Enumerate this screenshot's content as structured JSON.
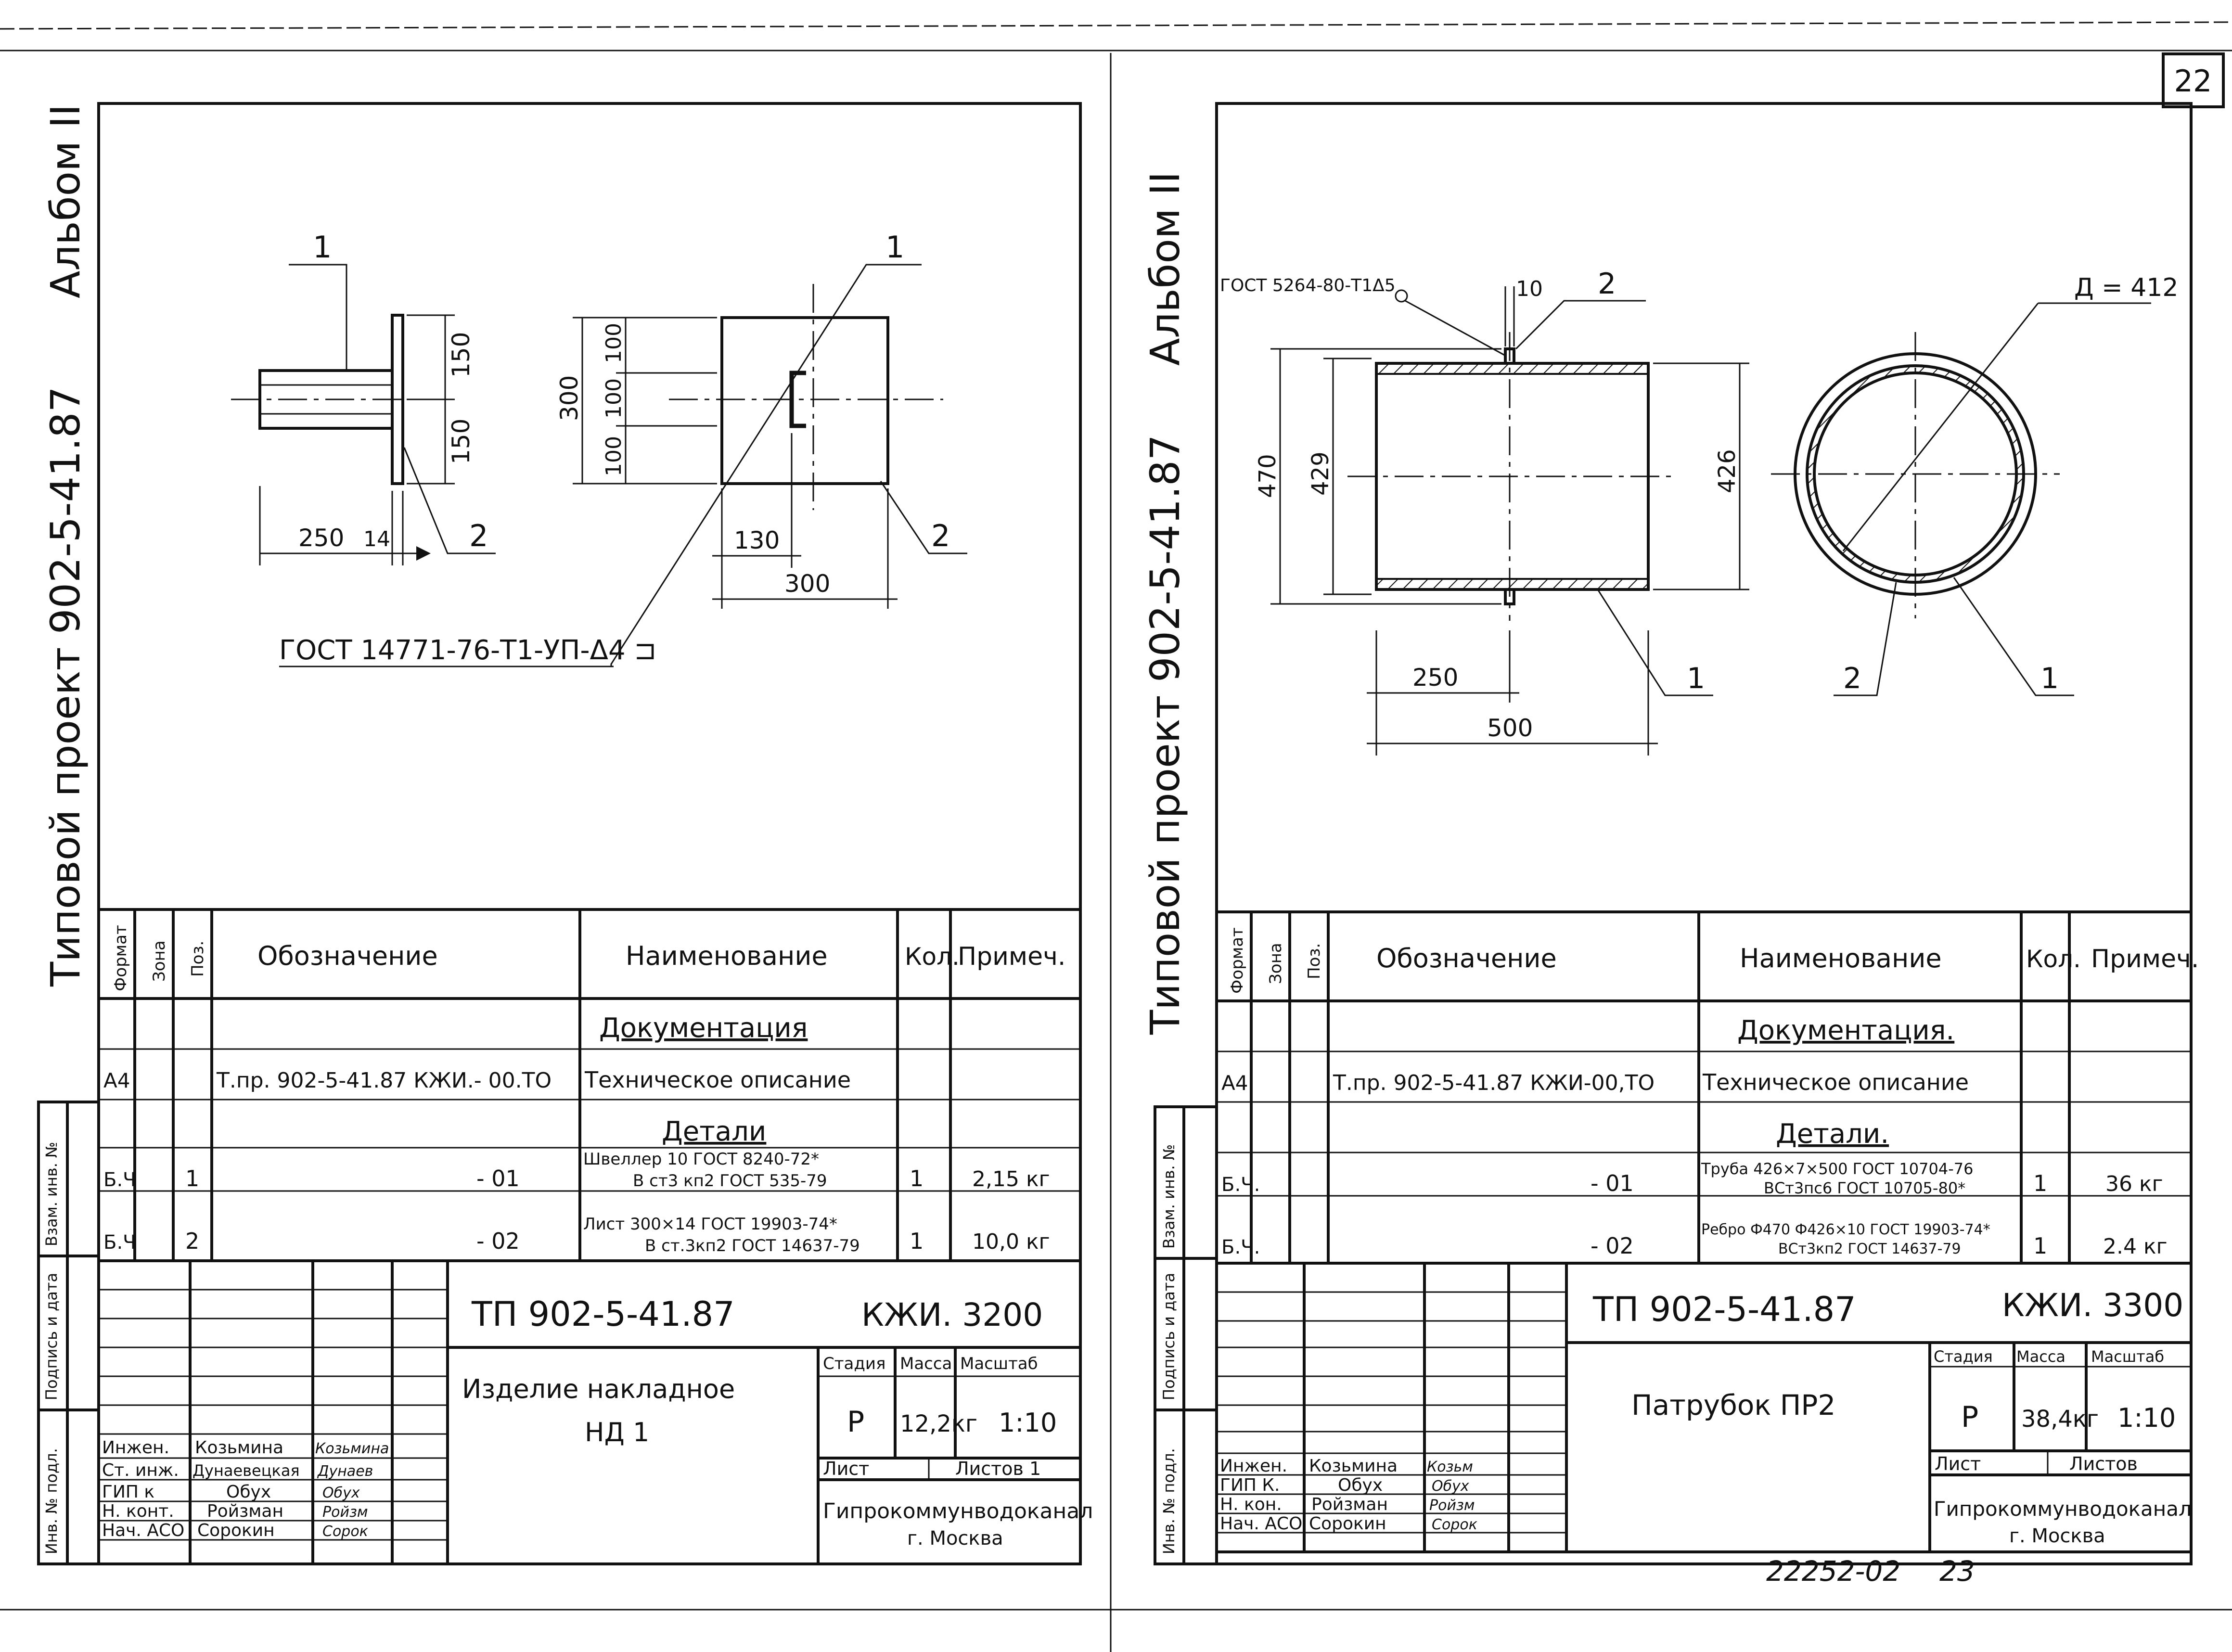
{
  "sheet_number": "22",
  "archive_number": "22252-02",
  "next_page": "23",
  "left_sheet": {
    "side_title": "Типовой проект 902-5-41.87",
    "side_album": "Альбом II",
    "drawing": {
      "callouts": [
        "1",
        "1",
        "2",
        "2"
      ],
      "dims": [
        "150",
        "150",
        "300",
        "100",
        "100",
        "100",
        "250",
        "14",
        "130",
        "300"
      ],
      "weld_note": "ГОСТ 14771-76-Т1-УП-Δ4 ⊐"
    },
    "spec": {
      "headers": {
        "format": "Формат",
        "zone": "Зона",
        "pos": "Поз.",
        "designation": "Обозначение",
        "name": "Наименование",
        "qty": "Кол.",
        "note": "Примеч."
      },
      "section_docs": "Документация",
      "section_parts": "Детали",
      "rows": [
        {
          "format": "А4",
          "zone": "",
          "pos": "",
          "designation": "Т.пр. 902-5-41.87  КЖИ.- 00.ТО",
          "name": "Техническое описание",
          "name_sub": "",
          "qty": "",
          "note": ""
        },
        {
          "format": "Б.Ч",
          "zone": "",
          "pos": "1",
          "designation": "- 01",
          "name": "Швеллер 10 ГОСТ 8240-72*",
          "name_sub": "В ст3 кп2 ГОСТ 535-79",
          "qty": "1",
          "note": "2,15 кг"
        },
        {
          "format": "Б.Ч",
          "zone": "",
          "pos": "2",
          "designation": "- 02",
          "name": "Лист 300×14 ГОСТ 19903-74*",
          "name_sub": "В ст.3кп2 ГОСТ 14637-79",
          "qty": "1",
          "note": "10,0 кг"
        }
      ]
    },
    "side_stamp": {
      "inv": "Инв. № подл.",
      "sign": "Подпись и дата",
      "replace": "Взам. инв. №"
    },
    "title_block": {
      "code": "ТП  902-5-41.87",
      "mark": "КЖИ. 3200",
      "title_line1": "Изделие   накладное",
      "title_line2": "НД 1",
      "stage_label": "Стадия",
      "mass_label": "Масса",
      "scale_label": "Масштаб",
      "stage": "Р",
      "mass": "12,2кг",
      "scale": "1:10",
      "sheet_label": "Лист",
      "sheets_label": "Листов 1",
      "org_line1": "Гипрокоммунводоканал",
      "org_line2": "г. Москва",
      "staff": [
        {
          "role": "Инжен.",
          "name": "Козьмина",
          "sig": "Козьмина"
        },
        {
          "role": "Ст. инж.",
          "name": "Дунаевецкая",
          "sig": "Дунаев"
        },
        {
          "role": "ГИП к",
          "name": "Обух",
          "sig": "Обух"
        },
        {
          "role": "Н. конт.",
          "name": "Ройзман",
          "sig": "Ройзм"
        },
        {
          "role": "Нач. АСО",
          "name": "Сорокин",
          "sig": "Сорок"
        }
      ]
    }
  },
  "right_sheet": {
    "side_title": "Типовой проект 902-5-41.87",
    "side_album": "Альбом II",
    "drawing": {
      "weld_note": "ГОСТ 5264-80-Т1Δ5",
      "callouts": [
        "2",
        "1",
        "2",
        "1"
      ],
      "dims": [
        "10",
        "470",
        "429",
        "426",
        "250",
        "500"
      ],
      "diameter": "Д = 412"
    },
    "spec": {
      "headers": {
        "format": "Формат",
        "zone": "Зона",
        "pos": "Поз.",
        "designation": "Обозначение",
        "name": "Наименование",
        "qty": "Кол.",
        "note": "Примеч."
      },
      "section_docs": "Документация.",
      "section_parts": "Детали.",
      "rows": [
        {
          "format": "А4",
          "zone": "",
          "pos": "",
          "designation": "Т.пр. 902-5-41.87   КЖИ-00,ТО",
          "name": "Техническое описание",
          "name_sub": "",
          "qty": "",
          "note": ""
        },
        {
          "format": "Б.Ч.",
          "zone": "",
          "pos": "",
          "designation": "- 01",
          "name": "Труба 426×7×500 ГОСТ 10704-76",
          "name_sub": "ВСт3пс6 ГОСТ 10705-80*",
          "qty": "1",
          "note": "36 кг"
        },
        {
          "format": "Б.Ч.",
          "zone": "",
          "pos": "",
          "designation": "- 02",
          "name": "Ребро Ф470 Ф426×10 ГОСТ 19903-74*",
          "name_sub": "ВСт3кп2 ГОСТ 14637-79",
          "qty": "1",
          "note": "2.4 кг"
        }
      ]
    },
    "side_stamp": {
      "inv": "Инв. № подл.",
      "sign": "Подпись и дата",
      "replace": "Взам. инв. №"
    },
    "title_block": {
      "code": "ТП  902-5-41.87",
      "mark": "КЖИ. 3300",
      "title_line1": "Патрубок  ПР2",
      "title_line2": "",
      "stage_label": "Стадия",
      "mass_label": "Масса",
      "scale_label": "Масштаб",
      "stage": "Р",
      "mass": "38,4кг",
      "scale": "1:10",
      "sheet_label": "Лист",
      "sheets_label": "Листов",
      "org_line1": "Гипрокоммунводоканал",
      "org_line2": "г. Москва",
      "staff": [
        {
          "role": "Инжен.",
          "name": "Козьмина",
          "sig": "Козьм"
        },
        {
          "role": "ГИП К.",
          "name": "Обух",
          "sig": "Обух"
        },
        {
          "role": "Н. кон.",
          "name": "Ройзман",
          "sig": "Ройзм"
        },
        {
          "role": "Нач. АСО",
          "name": "Сорокин",
          "sig": "Сорок"
        }
      ]
    }
  }
}
